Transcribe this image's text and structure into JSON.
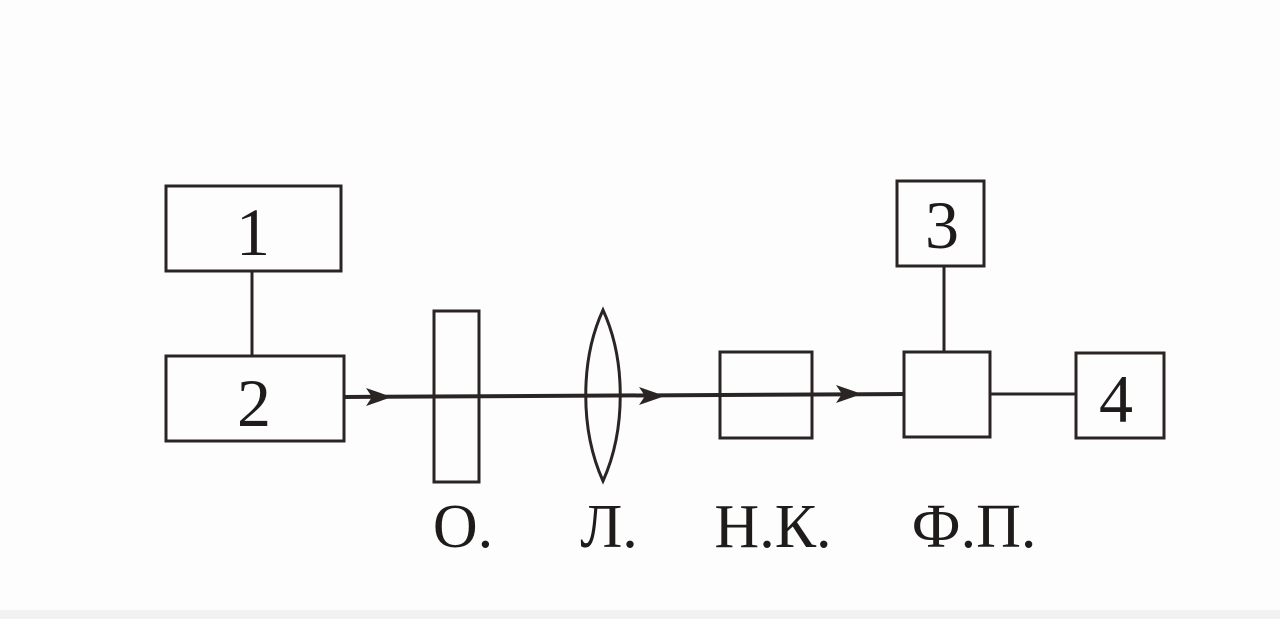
{
  "blocks": [
    {
      "id": "1",
      "label": "1"
    },
    {
      "id": "2",
      "label": "2"
    },
    {
      "id": "3",
      "label": "3"
    },
    {
      "id": "4",
      "label": "4"
    }
  ],
  "components": [
    {
      "id": "o",
      "caption": "О."
    },
    {
      "id": "l",
      "caption": "Л."
    },
    {
      "id": "nk",
      "caption": "Н.К."
    },
    {
      "id": "fp",
      "caption": "Ф.П."
    }
  ],
  "colors": {
    "ink": "#2a2524",
    "background": "#fdfdfd"
  }
}
